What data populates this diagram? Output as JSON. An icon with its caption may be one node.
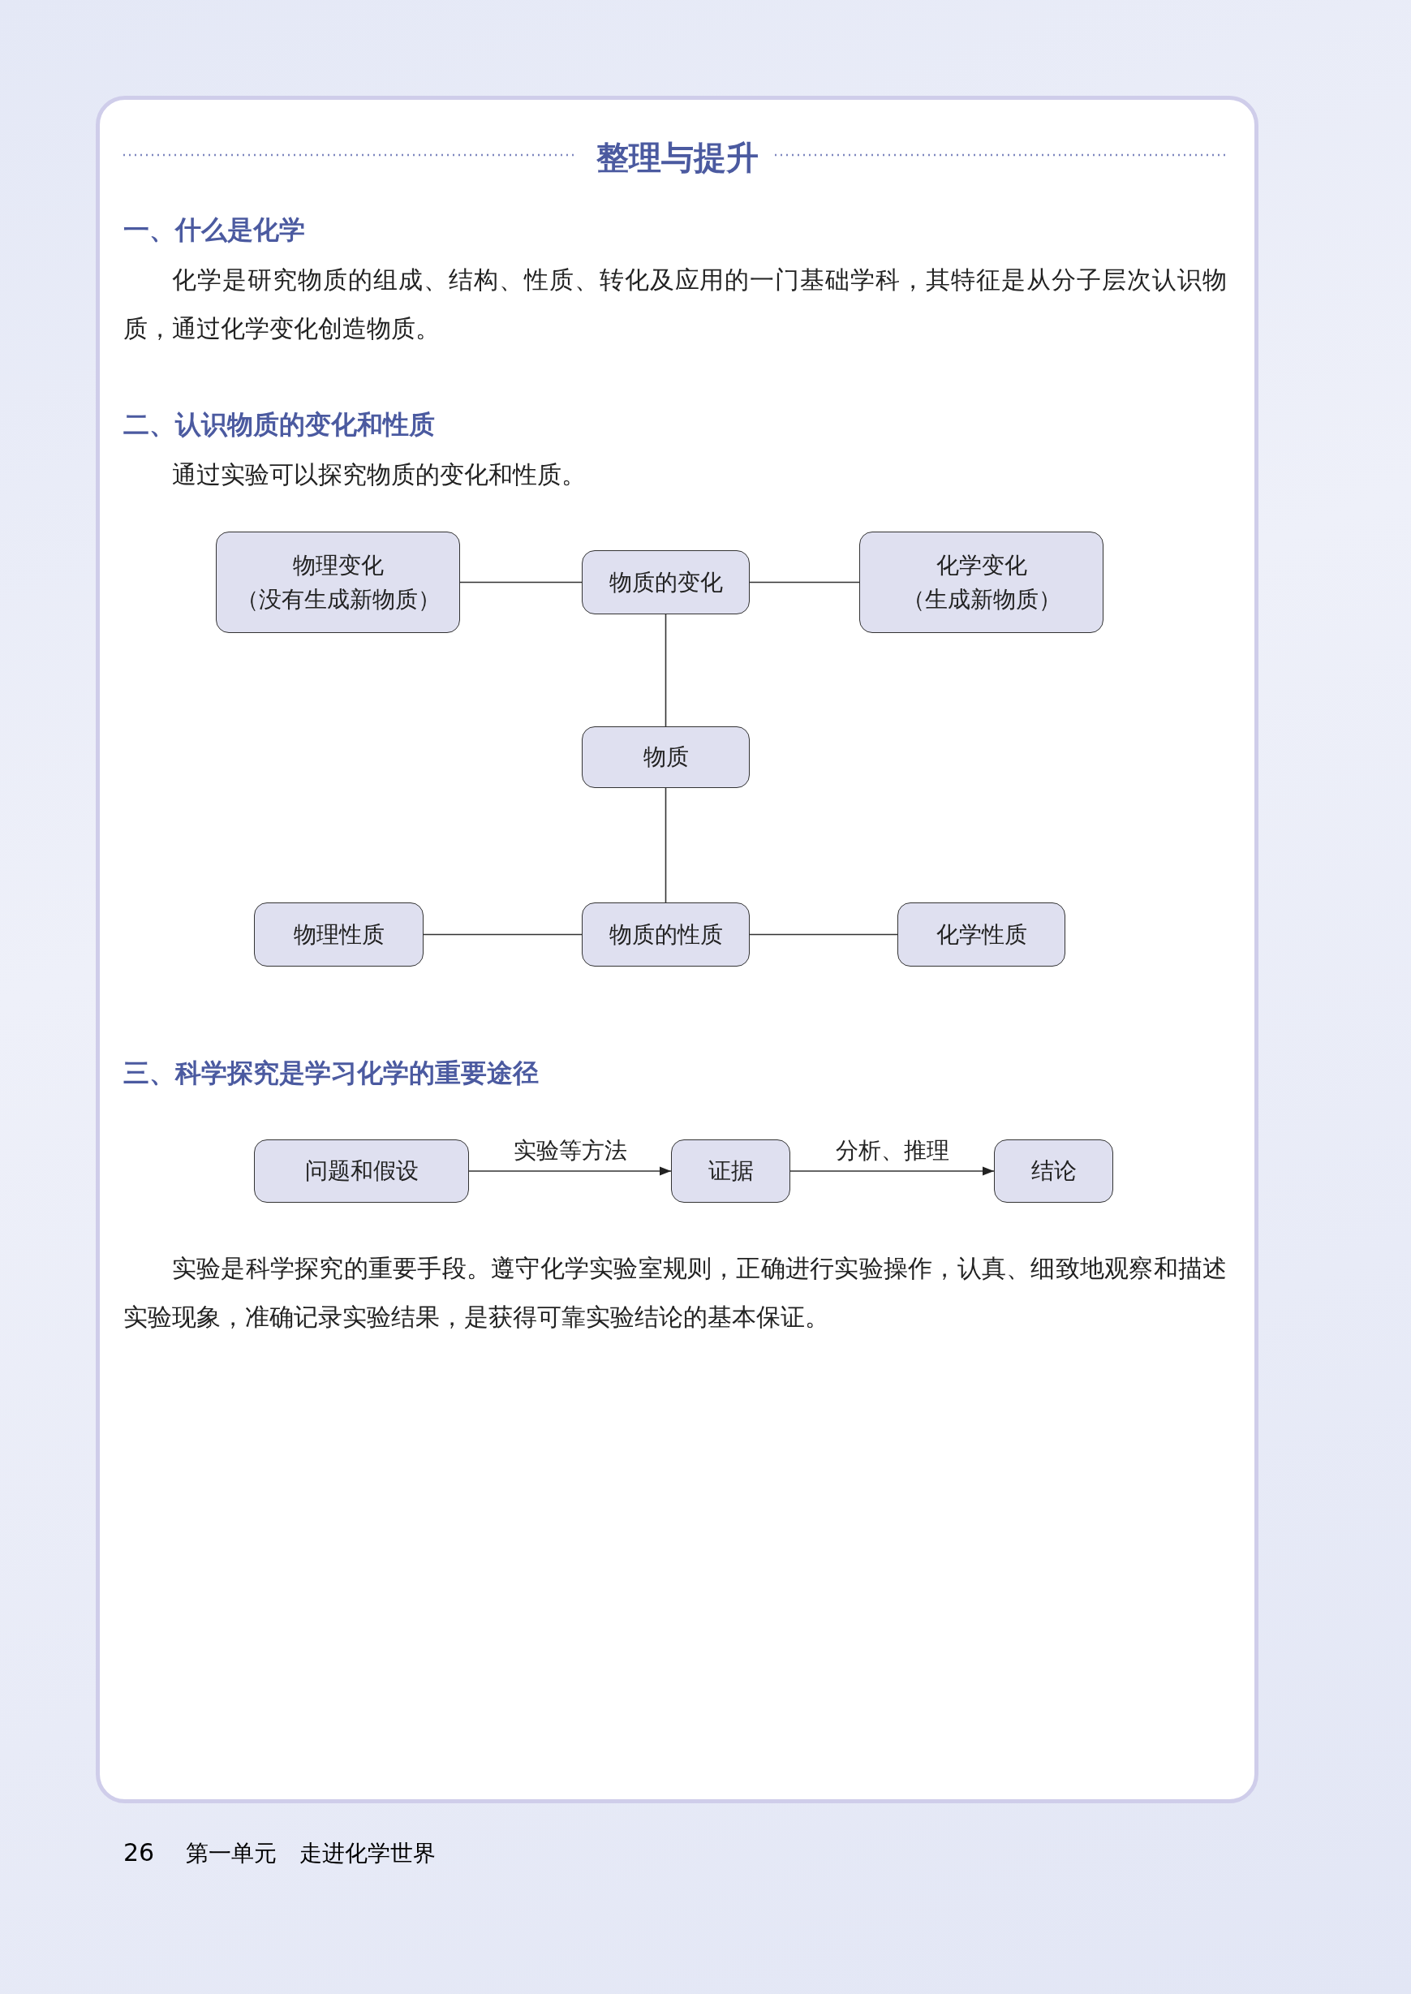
{
  "diagram": {
    "title": "整理与提升",
    "nodes": [
      {
        "text": [
          "物理变化",
          "（没有生成新物质）"
        ]
      },
      {
        "text": [
          "物质的变化"
        ]
      },
      {
        "text": [
          "化学变化",
          "（生成新物质）"
        ]
      },
      {
        "text": [
          "物质"
        ]
      },
      {
        "text": [
          "物理性质"
        ]
      },
      {
        "text": [
          "物质的性质"
        ]
      },
      {
        "text": [
          "化学性质"
        ]
      },
      {
        "text": [
          "问题和假设"
        ]
      },
      {
        "text": [
          "证据"
        ]
      },
      {
        "text": [
          "结论"
        ]
      }
    ],
    "edges": [
      {
        "from": 1,
        "to": 0,
        "arrow": "none"
      },
      {
        "from": 1,
        "to": 2,
        "arrow": "none"
      },
      {
        "from": 3,
        "to": 1,
        "arrow": "none"
      },
      {
        "from": 3,
        "to": 5,
        "arrow": "none"
      },
      {
        "from": 5,
        "to": 4,
        "arrow": "none"
      },
      {
        "from": 5,
        "to": 6,
        "arrow": "none"
      },
      {
        "from": 7,
        "to": 8,
        "arrow": "to",
        "label": "实验等方法"
      },
      {
        "from": 8,
        "to": 9,
        "arrow": "to",
        "label": "分析、推理"
      }
    ],
    "labels": [
      "一、什么是化学",
      "化学是研究物质的组成、结构、性质、转化及应用的一门基础学科，其特征是从分子层次认识物质，通过化学变化创造物质。",
      "二、认识物质的变化和性质",
      "通过实验可以探究物质的变化和性质。",
      "三、科学探究是学习化学的重要途径",
      "实验是科学探究的重要手段。遵守化学实验室规则，正确进行实验操作，认真、细致地观察和描述实验现象，准确记录实验结果，是获得可靠实验结论的基本保证。",
      "26",
      "第一单元　走进化学世界"
    ]
  }
}
